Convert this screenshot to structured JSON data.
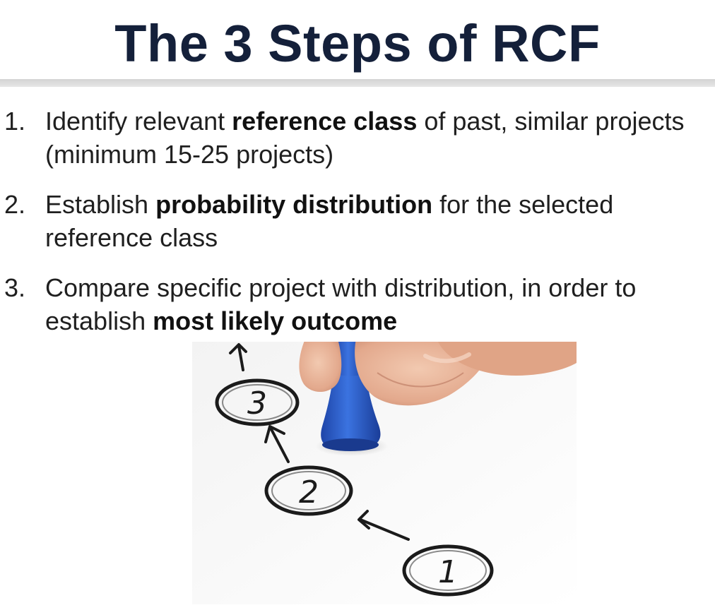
{
  "slide": {
    "title": "The 3 Steps of RCF",
    "steps": [
      {
        "number": "1.",
        "pre": "Identify relevant ",
        "bold": "reference class",
        "post": " of past, similar projects (minimum 15-25 projects)"
      },
      {
        "number": "2.",
        "pre": "Establish ",
        "bold": "probability distribution",
        "post": " for the selected reference class"
      },
      {
        "number": "3.",
        "pre": "Compare specific project with distribution, in order to establish ",
        "bold": "most likely outcome",
        "post": ""
      }
    ],
    "illustration": {
      "circle_labels": [
        "1",
        "2",
        "3"
      ]
    },
    "colors": {
      "title": "#14203a",
      "pawn": "#2f5fc9",
      "divider": "#d9d9d9"
    }
  }
}
